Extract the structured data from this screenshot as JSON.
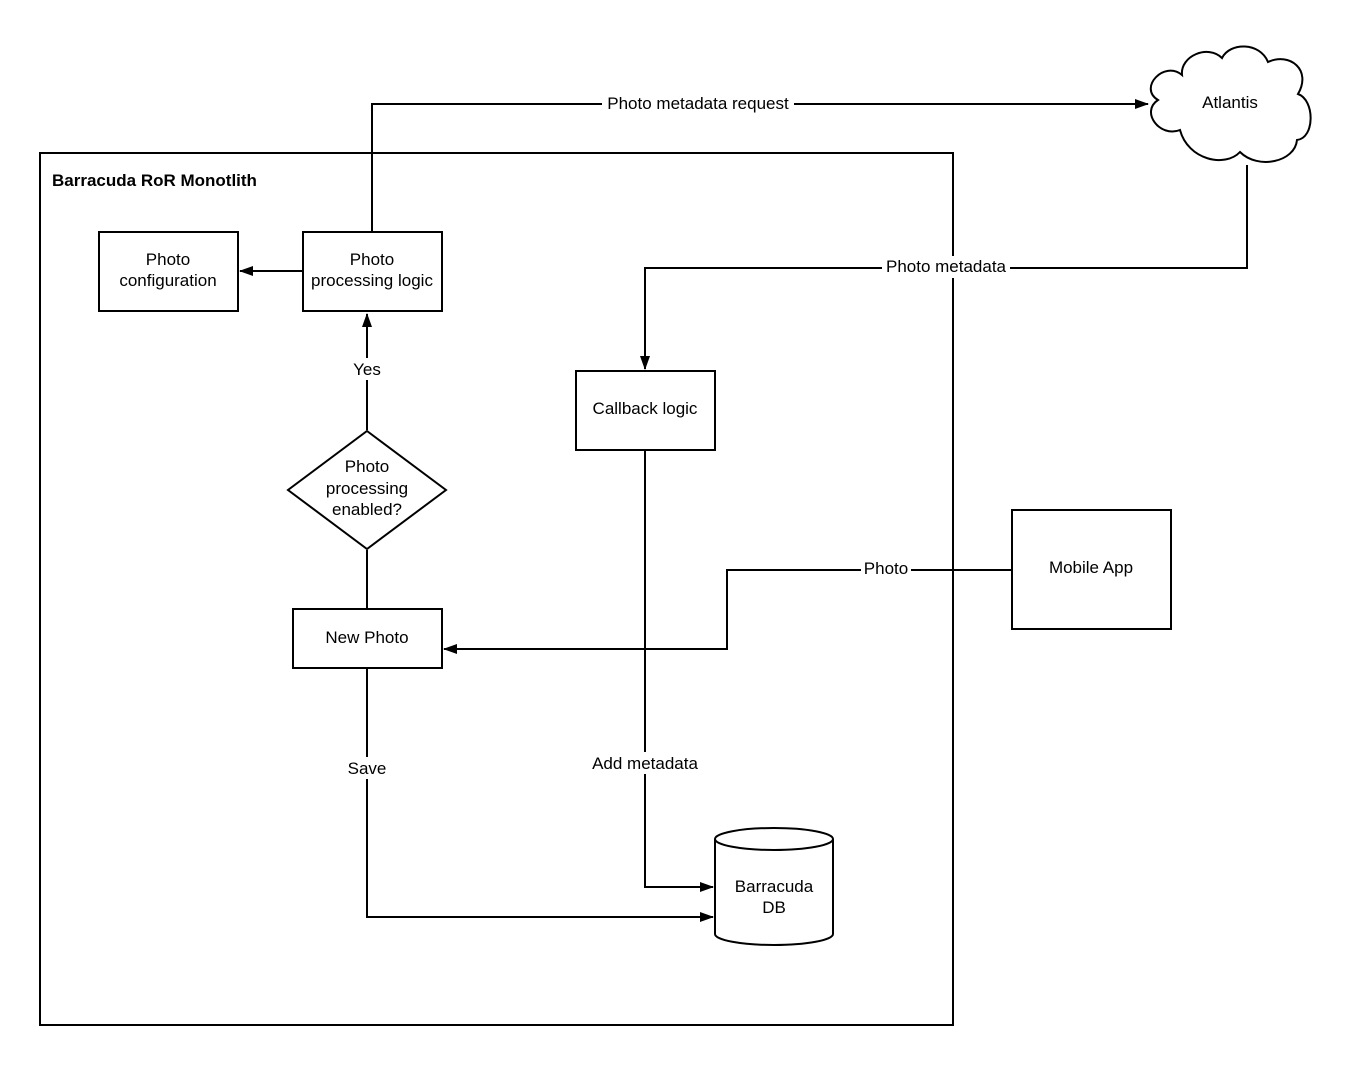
{
  "container": {
    "title": "Barracuda RoR Monotlith"
  },
  "nodes": {
    "photo_configuration": {
      "line1": "Photo",
      "line2": "configuration"
    },
    "photo_processing_logic": {
      "line1": "Photo",
      "line2": "processing logic"
    },
    "decision": {
      "line1": "Photo",
      "line2": "processing",
      "line3": "enabled?"
    },
    "new_photo": {
      "label": "New Photo"
    },
    "callback_logic": {
      "label": "Callback logic"
    },
    "barracuda_db": {
      "line1": "Barracuda",
      "line2": "DB"
    },
    "atlantis": {
      "label": "Atlantis"
    },
    "mobile_app": {
      "label": "Mobile App"
    }
  },
  "edges": {
    "metadata_request": "Photo metadata request",
    "metadata": "Photo metadata",
    "photo": "Photo",
    "yes": "Yes",
    "save": "Save",
    "add_metadata": "Add metadata"
  }
}
